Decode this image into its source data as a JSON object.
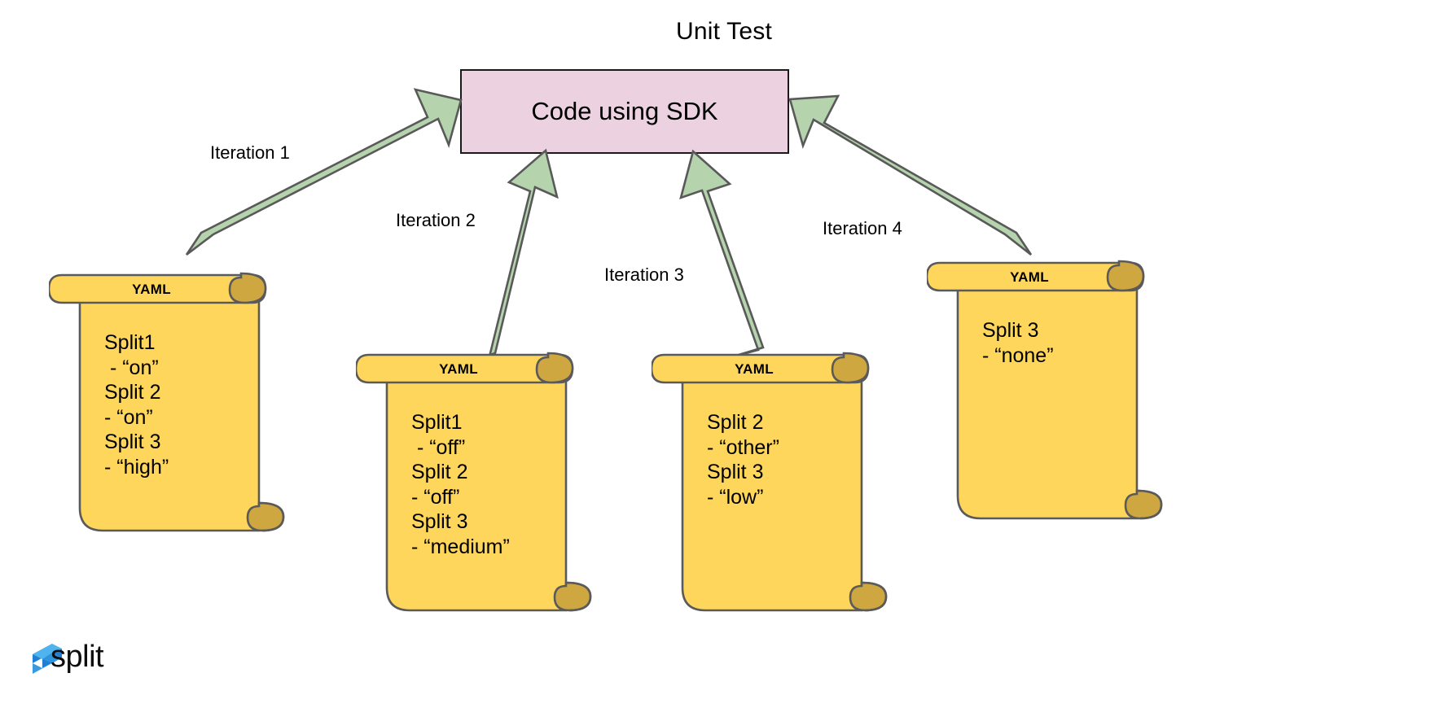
{
  "diagram": {
    "title": "Unit Test",
    "center_node": {
      "label": "Code using SDK",
      "fill": "#ecd2e0",
      "stroke": "#1a1a1a"
    },
    "arrow_color": "#b5d3ac",
    "arrow_stroke": "#595959",
    "scroll_fill": "#ffd65c",
    "scroll_stroke": "#5a5a5a",
    "scroll_curl_fill": "#cfa740",
    "arrows": [
      {
        "label": "Iteration 1",
        "from": "yaml-1",
        "to": "code-using-sdk"
      },
      {
        "label": "Iteration 2",
        "from": "yaml-2",
        "to": "code-using-sdk"
      },
      {
        "label": "Iteration 3",
        "from": "yaml-3",
        "to": "code-using-sdk"
      },
      {
        "label": "Iteration 4",
        "from": "yaml-4",
        "to": "code-using-sdk"
      }
    ],
    "scrolls": [
      {
        "title": "YAML",
        "text": "Split1\n - “on”\nSplit 2\n- “on”\nSplit 3\n- “high”"
      },
      {
        "title": "YAML",
        "text": "Split1\n - “off”\nSplit 2\n- “off”\nSplit 3\n- “medium”"
      },
      {
        "title": "YAML",
        "text": "Split 2\n- “other”\nSplit 3\n- “low”"
      },
      {
        "title": "YAML",
        "text": "Split 3\n- “none”"
      }
    ]
  },
  "logo": {
    "wordmark": "split",
    "mark_color_dark": "#1f7fd4",
    "mark_color_light": "#4fb3ee"
  }
}
